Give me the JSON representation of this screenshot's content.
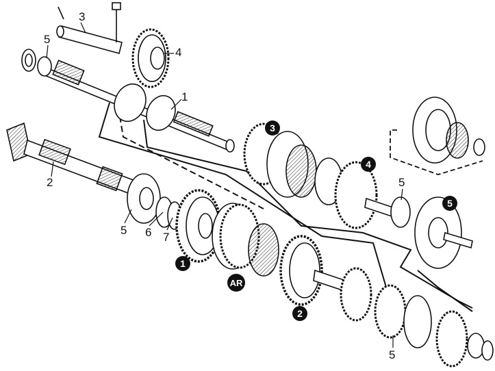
{
  "figure": {
    "part_labels": [
      "1",
      "2",
      "3",
      "4",
      "5",
      "5",
      "5",
      "5",
      "6",
      "7"
    ],
    "callouts": [
      "1",
      "2",
      "3",
      "4",
      "5"
    ],
    "reverse_callout": "AR"
  }
}
